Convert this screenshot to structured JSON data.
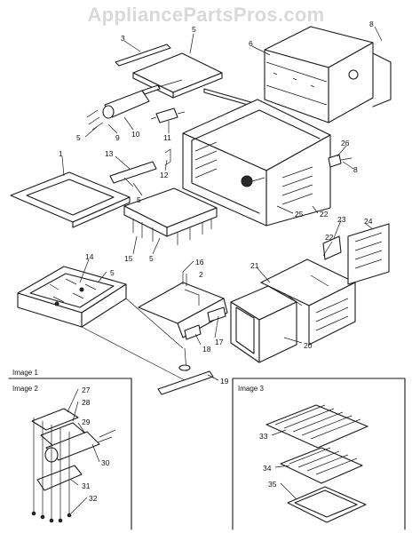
{
  "watermark": "AppliancePartsPros.com",
  "image_labels": {
    "image1": "Image 1",
    "image2": "Image 2",
    "image3": "Image 3"
  },
  "callouts": {
    "c1": "1",
    "c2": "2",
    "c3": "3",
    "c5a": "5",
    "c5b": "5",
    "c5c": "5",
    "c5d": "5",
    "c5e": "5",
    "c6": "6",
    "c8a": "8",
    "c8b": "8",
    "c9": "9",
    "c10": "10",
    "c11": "11",
    "c12": "12",
    "c13": "13",
    "c14": "14",
    "c15": "15",
    "c16": "16",
    "c17": "17",
    "c18": "18",
    "c19": "19",
    "c20": "20",
    "c21": "21",
    "c22a": "22",
    "c22b": "22",
    "c23": "23",
    "c24": "24",
    "c25": "25",
    "c26": "26",
    "c27": "27",
    "c28": "28",
    "c29": "29",
    "c30": "30",
    "c31": "31",
    "c32": "32",
    "c33": "33",
    "c34": "34",
    "c35": "35"
  }
}
